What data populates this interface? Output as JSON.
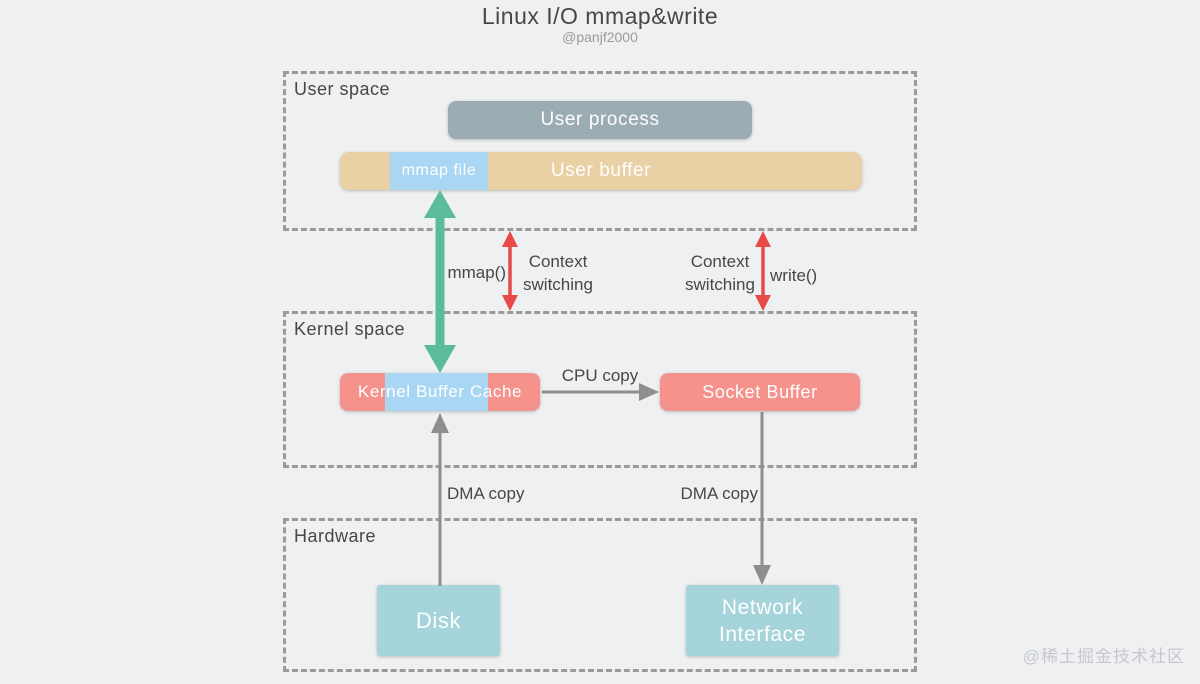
{
  "title": "Linux I/O mmap&write",
  "subtitle": "@panjf2000",
  "watermark": "@稀土掘金技术社区",
  "colors": {
    "bg": "#eef0f1",
    "border": "#9b9b9b",
    "ink": "#474747",
    "muted": "#9b9b9b",
    "node-text": "#fefefe",
    "user-process": "#9bacb2",
    "user-buffer": "#e9d0a5",
    "mmap-blue": "#a9d7f3",
    "kernel-salmon": "#f6928c",
    "hardware-teal": "#a6d4db",
    "arrow-green": "#5abc9b",
    "arrow-red": "#e84a4a",
    "arrow-gray": "#8e8e8e",
    "watermark": "#c6c8cc"
  },
  "regions": {
    "user_space": {
      "label": "User space"
    },
    "kernel_space": {
      "label": "Kernel space"
    },
    "hardware": {
      "label": "Hardware"
    }
  },
  "nodes": {
    "user_process": {
      "label": "User process"
    },
    "user_buffer": {
      "label": "User buffer"
    },
    "mmap_file": {
      "label": "mmap file"
    },
    "kernel_buffer_cache": {
      "label": "Kernel Buffer Cache"
    },
    "socket_buffer": {
      "label": "Socket Buffer"
    },
    "disk": {
      "label": "Disk"
    },
    "network_interface": {
      "label": "Network\nInterface"
    }
  },
  "labels": {
    "mmap_call": "mmap()",
    "write_call": "write()",
    "context_switching_left": "Context switching",
    "context_switching_right": "Context switching",
    "cpu_copy": "CPU copy",
    "dma_copy_left": "DMA copy",
    "dma_copy_right": "DMA copy"
  }
}
